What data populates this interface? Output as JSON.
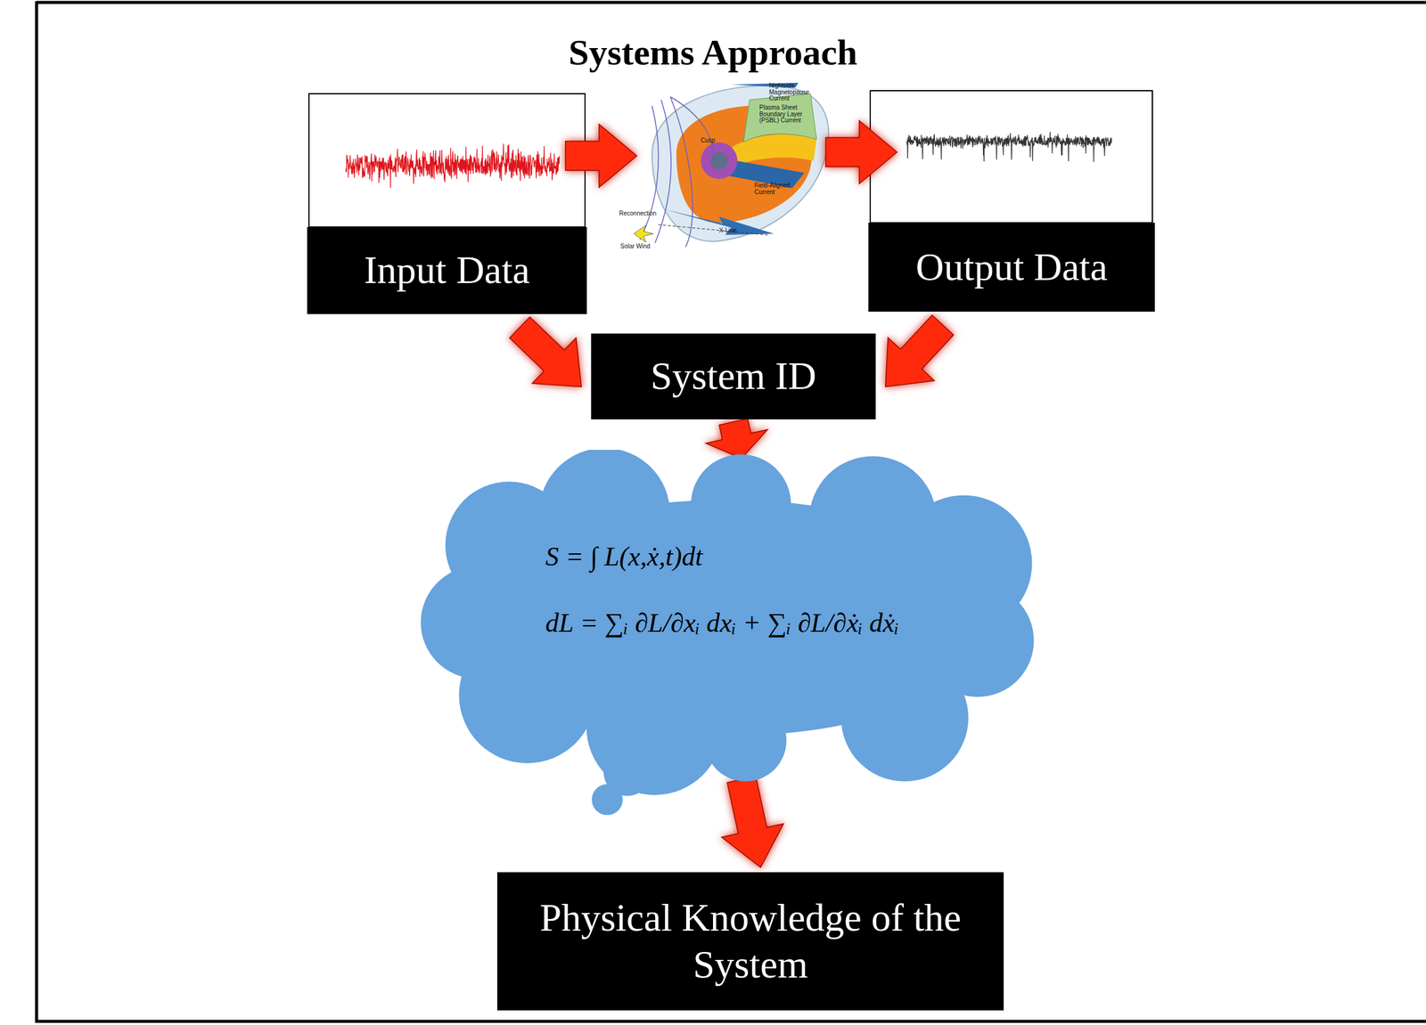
{
  "diagram": {
    "title": "Systems Approach",
    "nodes": [
      {
        "text": [
          "Input Data"
        ]
      },
      {
        "text": [
          "Output Data"
        ]
      },
      {
        "text": [
          "System ID"
        ]
      },
      {
        "text": [
          "S = ∫ L(x,ẋ,t)dt",
          "dL = ∑ᵢ ∂L/∂xᵢ dxᵢ + ∑ᵢ ∂L/∂ẋᵢ dẋᵢ"
        ]
      },
      {
        "text": [
          "Physical Knowledge of the System"
        ]
      }
    ],
    "edges": [
      {
        "from": 0,
        "to": 2,
        "arrow": "to"
      },
      {
        "from": 1,
        "to": 2,
        "arrow": "to"
      },
      {
        "from": 2,
        "to": 3,
        "arrow": "to"
      },
      {
        "from": 3,
        "to": 4,
        "arrow": "to"
      }
    ],
    "labels": [
      "Nightside Magnetopause Current",
      "Cusp",
      "Plasma Sheet Boundary Layer (PSBL) Current",
      "Field-Aligned Current",
      "Reconnection",
      "Solar Wind",
      "X-Line"
    ]
  }
}
